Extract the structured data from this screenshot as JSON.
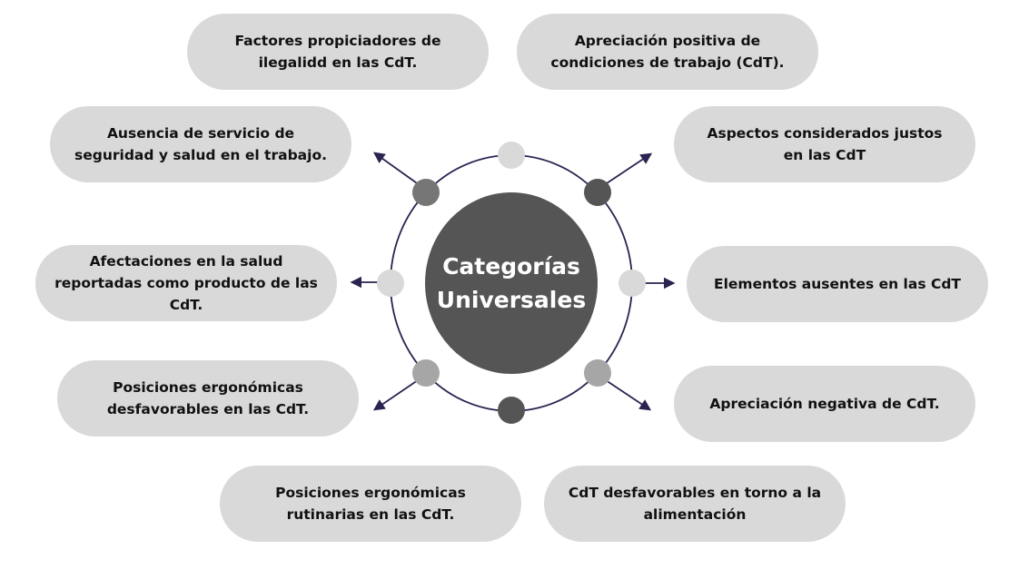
{
  "center": {
    "title": "Categorías Universales"
  },
  "categories": [
    {
      "id": "factores",
      "text": "Factores propiciadores de ilegalidd en las CdT."
    },
    {
      "id": "apreciacion-positiva",
      "text": "Apreciación positiva de condiciones de trabajo (CdT)."
    },
    {
      "id": "ausencia-sst",
      "text": "Ausencia de servicio de seguridad y salud en el trabajo."
    },
    {
      "id": "aspectos-justos",
      "text": "Aspectos considerados justos en las CdT"
    },
    {
      "id": "afectaciones-salud",
      "text": "Afectaciones en la salud reportadas como producto de las CdT."
    },
    {
      "id": "elementos-ausentes",
      "text": "Elementos ausentes en las CdT"
    },
    {
      "id": "posiciones-desfavorables",
      "text": "Posiciones ergonómicas desfavorables en las CdT."
    },
    {
      "id": "apreciacion-negativa",
      "text": "Apreciación negativa de CdT."
    },
    {
      "id": "posiciones-rutinarias",
      "text": "Posiciones ergonómicas rutinarias en las CdT."
    },
    {
      "id": "alimentacion",
      "text": "CdT desfavorables en torno a la alimentación"
    }
  ],
  "colors": {
    "pill_fill": "#d9d9d9",
    "center_fill": "#555555",
    "ring_stroke": "#2b2350",
    "node_light": "#d9d9d9",
    "node_mid": "#a6a6a6",
    "node_dark": "#555555",
    "text": "#111111",
    "center_text": "#ffffff"
  }
}
